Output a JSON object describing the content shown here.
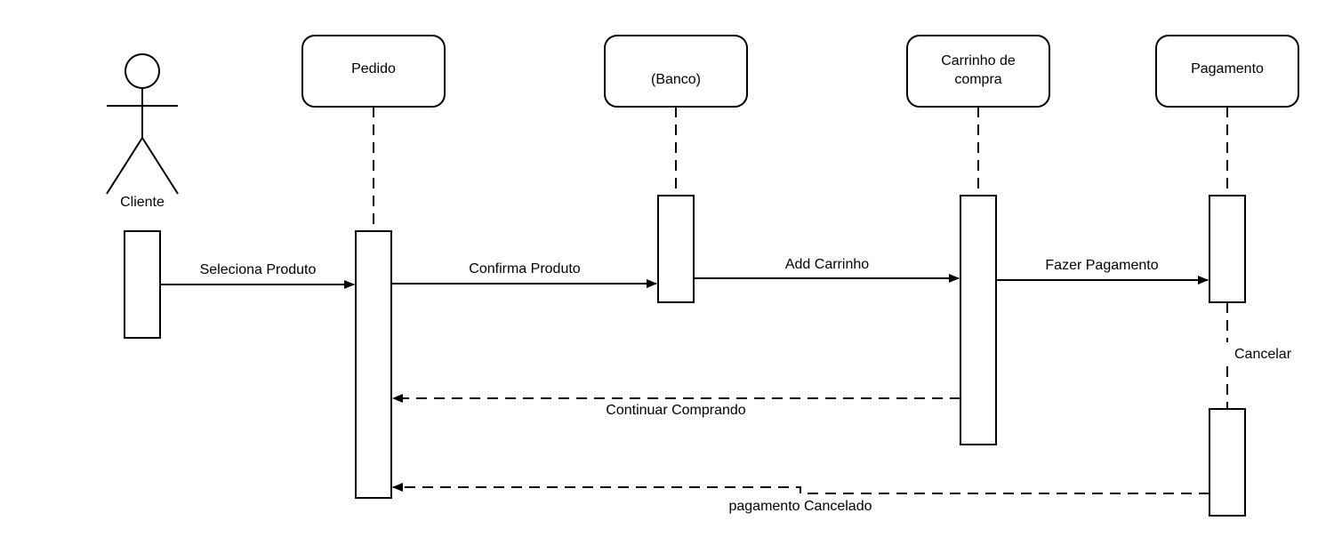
{
  "actor": {
    "label": "Cliente"
  },
  "participants": [
    {
      "id": "pedido",
      "lines": [
        "Pedido"
      ]
    },
    {
      "id": "banco",
      "lines": [
        "(Banco)"
      ]
    },
    {
      "id": "carrinho",
      "lines": [
        "Carrinho de",
        "compra"
      ]
    },
    {
      "id": "pagamento",
      "lines": [
        "Pagamento"
      ]
    }
  ],
  "messages": {
    "seleciona": "Seleciona Produto",
    "confirma": "Confirma Produto",
    "add_carrinho": "Add Carrinho",
    "fazer_pagamento": "Fazer Pagamento",
    "cancelar": "Cancelar",
    "continuar": "Continuar Comprando",
    "cancelado": "pagamento Cancelado"
  }
}
